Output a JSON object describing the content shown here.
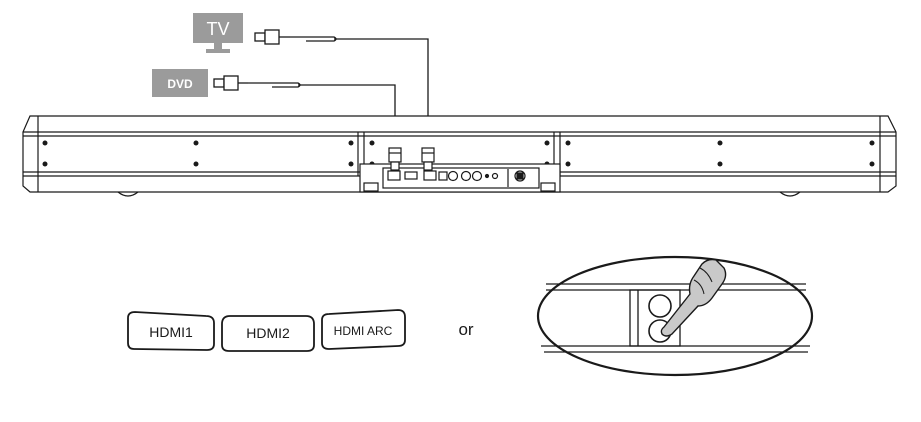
{
  "devices": {
    "tv_label": "TV",
    "dvd_label": "DVD"
  },
  "source_buttons": {
    "hdmi1": "HDMI1",
    "hdmi2": "HDMI2",
    "hdmi_arc": "HDMI ARC"
  },
  "connector_text": "or",
  "colors": {
    "device_gray": "#9b9b9b",
    "line": "#1a1a1a",
    "hand_fill": "#c9c9c9"
  },
  "icons": [
    "tv-icon",
    "dvd-icon",
    "hdmi-plug-icon",
    "soundbar",
    "pointing-hand-icon"
  ]
}
